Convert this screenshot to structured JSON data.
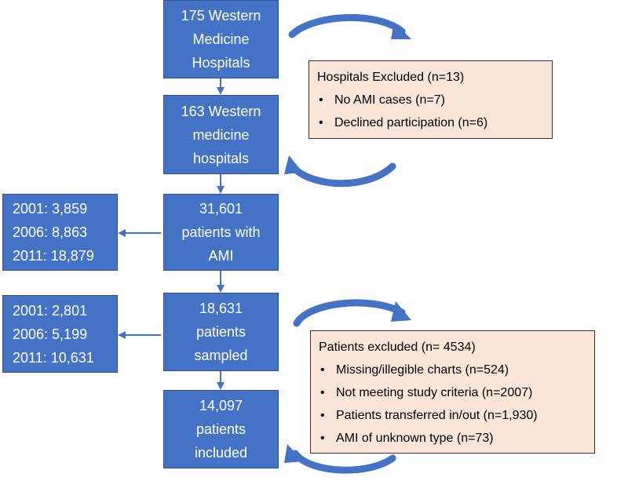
{
  "flow_boxes": [
    {
      "lines": [
        "175 Western",
        "Medicine",
        "Hospitals"
      ]
    },
    {
      "lines": [
        "163 Western",
        "medicine",
        "hospitals"
      ]
    },
    {
      "lines": [
        "31,601",
        "patients with",
        "AMI"
      ]
    },
    {
      "lines": [
        "18,631",
        "patients",
        "sampled"
      ]
    },
    {
      "lines": [
        "14,097",
        "patients",
        "included"
      ]
    }
  ],
  "side_boxes": [
    {
      "lines": [
        "2001: 3,859",
        "2006: 8,863",
        "2011: 18,879"
      ]
    },
    {
      "lines": [
        "2001: 2,801",
        "2006: 5,199",
        "2011: 10,631"
      ]
    }
  ],
  "hospitals_excluded": {
    "title": "Hospitals Excluded (n=13)",
    "items": [
      "No AMI cases (n=7)",
      "Declined participation (n=6)"
    ]
  },
  "patients_excluded": {
    "title": "Patients excluded (n= 4534)",
    "items": [
      "Missing/illegible charts (n=524)",
      "Not meeting study criteria (n=2007)",
      "Patients transferred in/out (n=1,930)",
      "AMI of unknown type (n=73)"
    ]
  },
  "colors": {
    "box_fill": "#4472c4",
    "box_border": "#2f528f",
    "exclusion_fill": "#fbe5d6",
    "arrow": "#4472c4"
  }
}
